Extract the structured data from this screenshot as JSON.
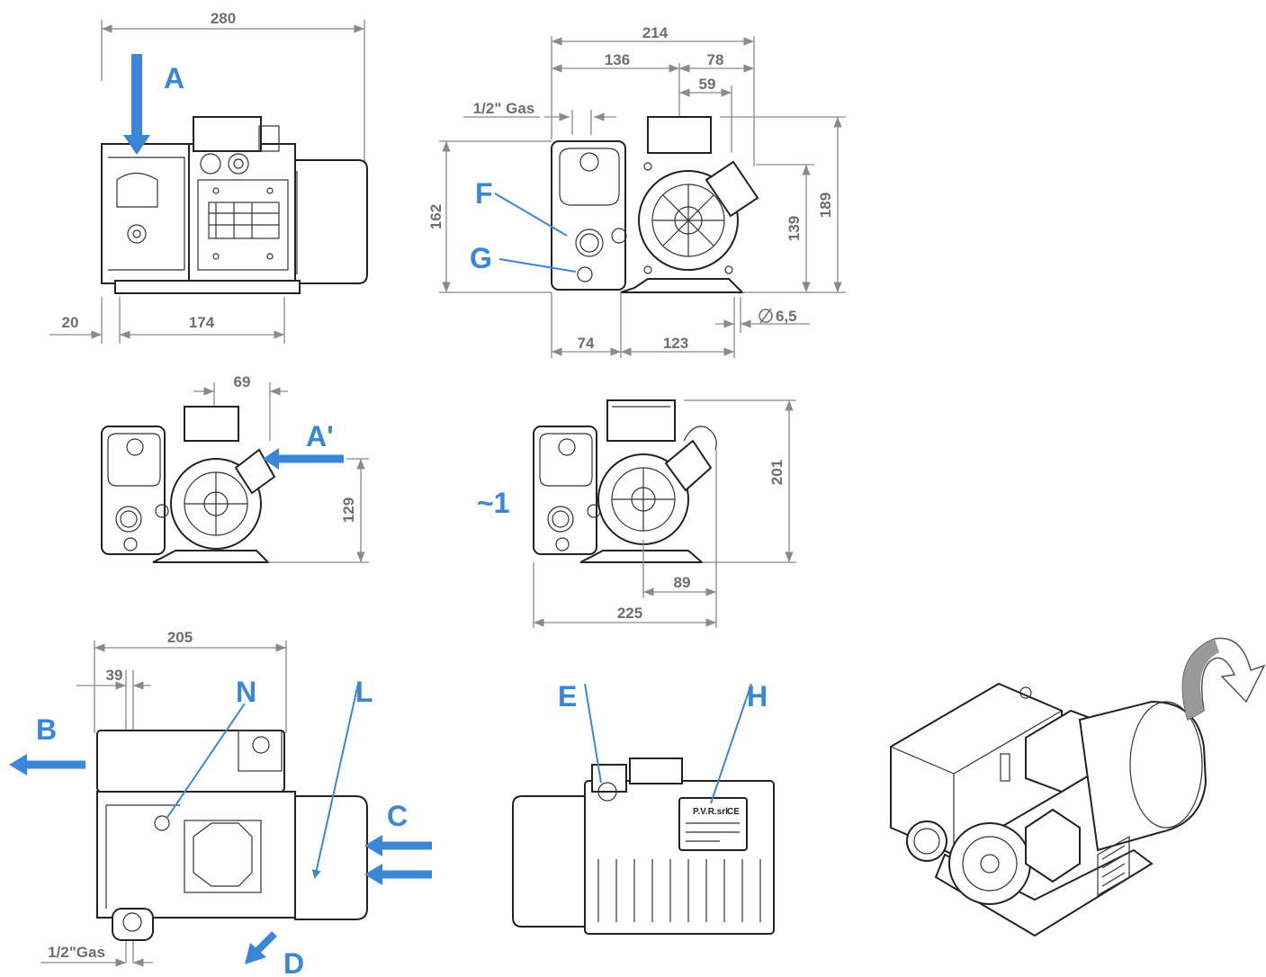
{
  "colors": {
    "accent": "#3a86d8",
    "dimension": "#6e6e6e",
    "line": "#222222"
  },
  "dimensions": {
    "top_width": "280",
    "top_left_offset": "20",
    "top_base": "174",
    "front_total": "214",
    "front_136": "136",
    "front_78": "78",
    "front_59": "59",
    "front_gas": "1/2\" Gas",
    "front_height": "162",
    "front_139": "139",
    "front_189": "189",
    "front_74": "74",
    "front_123": "123",
    "front_hole": "6,5",
    "side_69": "69",
    "side_129": "129",
    "alt_201": "201",
    "alt_89": "89",
    "alt_225": "225",
    "plan_205": "205",
    "plan_39": "39",
    "plan_gas": "1/2\"Gas"
  },
  "labels": {
    "A": "A",
    "A_prime": "A'",
    "approx": "~1",
    "F": "F",
    "G": "G",
    "B": "B",
    "C": "C",
    "D": "D",
    "E": "E",
    "H": "H",
    "L": "L",
    "N": "N"
  },
  "nameplate": {
    "brand": "P.V.R.srl",
    "mark": "CE"
  },
  "icons": {
    "diameter": "diameter-icon",
    "rotation": "rotation-arrow-icon"
  }
}
